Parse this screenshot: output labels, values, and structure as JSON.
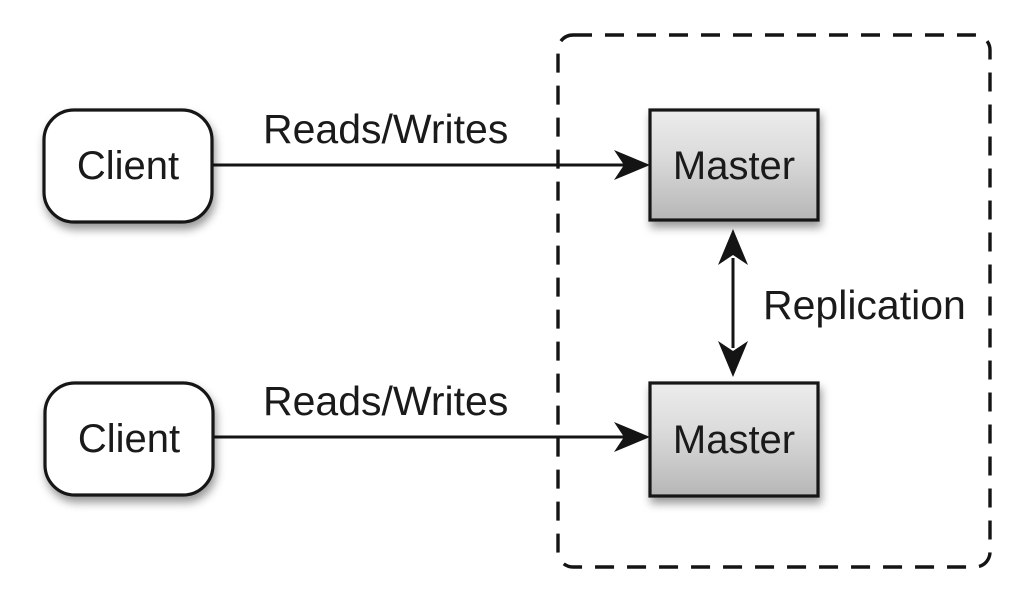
{
  "diagram": {
    "nodes": {
      "client_top": {
        "label": "Client"
      },
      "client_bottom": {
        "label": "Client"
      },
      "master_top": {
        "label": "Master"
      },
      "master_bottom": {
        "label": "Master"
      }
    },
    "edges": {
      "reads_writes_top": {
        "label": "Reads/Writes"
      },
      "reads_writes_bottom": {
        "label": "Reads/Writes"
      },
      "replication": {
        "label": "Replication"
      }
    },
    "colors": {
      "background": "#ffffff",
      "stroke": "#141414",
      "client_fill": "#ffffff",
      "master_gradient": [
        "#ececec",
        "#dcdcdc",
        "#b6b6b6"
      ]
    }
  }
}
